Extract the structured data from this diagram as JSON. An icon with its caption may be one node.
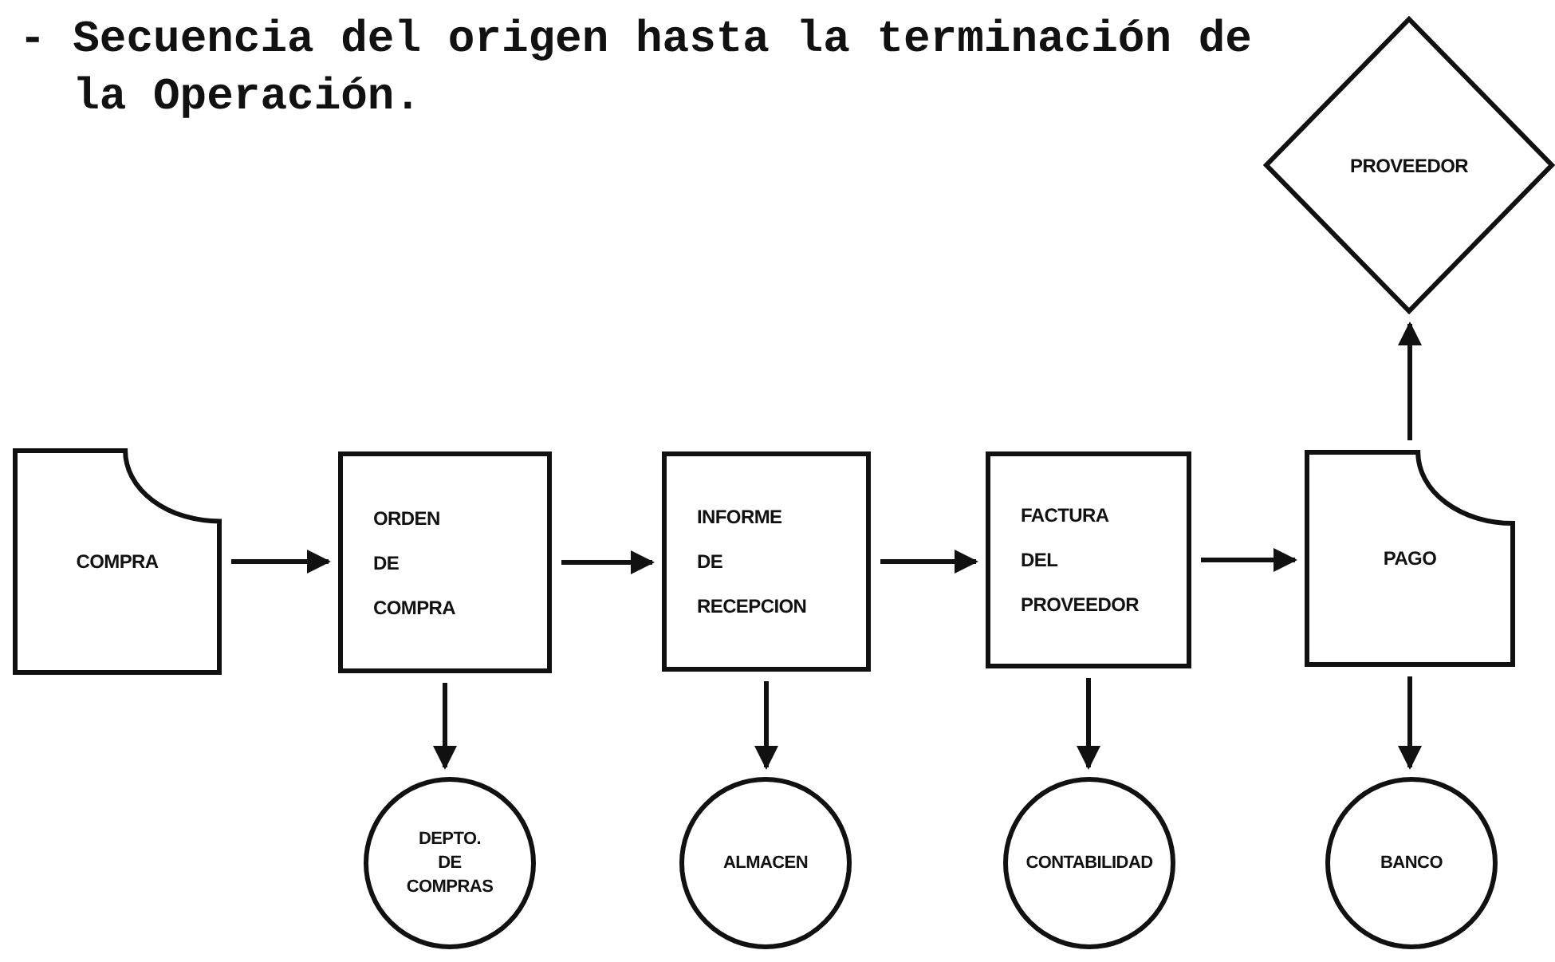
{
  "diagram": {
    "title": "- Secuencia del origen hasta la terminación de la Operación.",
    "nodes": [
      {
        "text": [
          "COMPRA"
        ]
      },
      {
        "text": [
          "ORDEN DE COMPRA"
        ]
      },
      {
        "text": [
          "INFORME DE RECEPCION"
        ]
      },
      {
        "text": [
          "FACTURA DEL PROVEEDOR"
        ]
      },
      {
        "text": [
          "PAGO"
        ]
      },
      {
        "text": [
          "PROVEEDOR"
        ]
      },
      {
        "text": [
          "DEPTO. DE COMPRAS"
        ]
      },
      {
        "text": [
          "ALMACEN"
        ]
      },
      {
        "text": [
          "CONTABILIDAD"
        ]
      },
      {
        "text": [
          "BANCO"
        ]
      }
    ],
    "edges": [
      {
        "from": 0,
        "to": 1,
        "arrow": "to"
      },
      {
        "from": 1,
        "to": 2,
        "arrow": "to"
      },
      {
        "from": 2,
        "to": 3,
        "arrow": "to"
      },
      {
        "from": 3,
        "to": 4,
        "arrow": "to"
      },
      {
        "from": 4,
        "to": 5,
        "arrow": "to"
      },
      {
        "from": 1,
        "to": 6,
        "arrow": "to"
      },
      {
        "from": 2,
        "to": 7,
        "arrow": "to"
      },
      {
        "from": 3,
        "to": 8,
        "arrow": "to"
      },
      {
        "from": 4,
        "to": 9,
        "arrow": "to"
      }
    ]
  }
}
